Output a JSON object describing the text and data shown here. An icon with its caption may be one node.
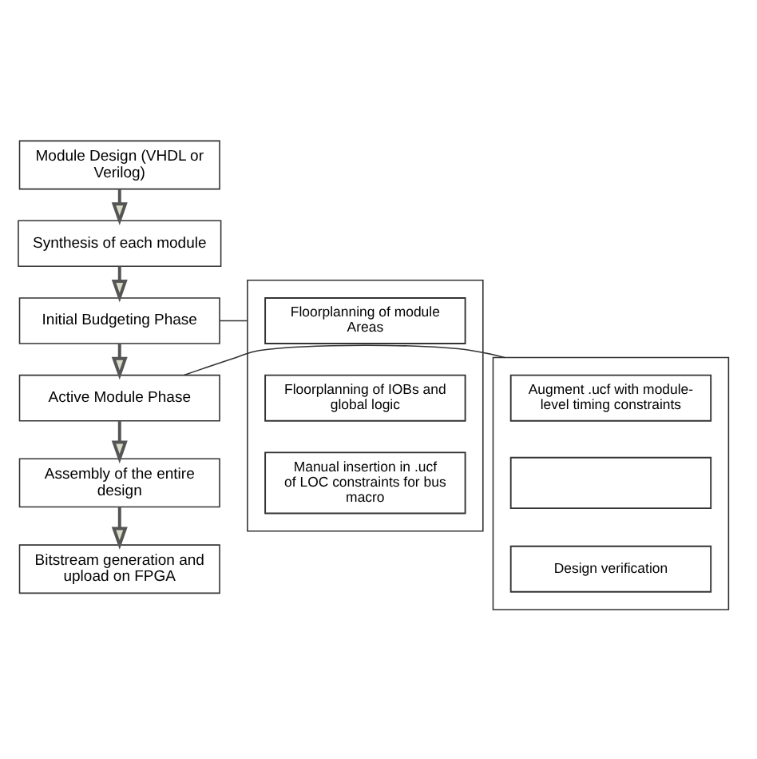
{
  "diagram": {
    "nodes": [
      {
        "text": [
          "Module Design (VHDL or Verilog)"
        ]
      },
      {
        "text": [
          "Synthesis of each module"
        ]
      },
      {
        "text": [
          "Initial Budgeting Phase"
        ]
      },
      {
        "text": [],
        "shape": "box"
      },
      {
        "text": [
          "Floorplanning of module Areas"
        ],
        "in": 3
      },
      {
        "text": [
          "Floorplanning of IOBs and global logic"
        ],
        "in": 3
      },
      {
        "text": [
          "Manual insertion in .ucf of LOC constraints for bus macro"
        ],
        "in": 3
      },
      {
        "text": [
          "Active Module Phase"
        ]
      },
      {
        "text": [],
        "shape": "box"
      },
      {
        "text": [
          "Augment .ucf with module-level timing constraints"
        ],
        "in": 8
      },
      {
        "text": [],
        "shape": "box",
        "in": 8
      },
      {
        "text": [
          "Design verification"
        ],
        "in": 8
      },
      {
        "text": [
          "Assembly of the entire design"
        ]
      },
      {
        "text": [
          "Bitstream generation and upload on FPGA"
        ]
      }
    ],
    "edges": [
      {
        "from": 0,
        "to": 1,
        "arrow": "to"
      },
      {
        "from": 1,
        "to": 2,
        "arrow": "to"
      },
      {
        "from": 2,
        "to": 7,
        "arrow": "to"
      },
      {
        "from": 7,
        "to": 12,
        "arrow": "to"
      },
      {
        "from": 12,
        "to": 13,
        "arrow": "to"
      },
      {
        "from": 2,
        "to": 3,
        "arrow": "none"
      },
      {
        "from": 7,
        "to": 8,
        "arrow": "none"
      }
    ]
  }
}
